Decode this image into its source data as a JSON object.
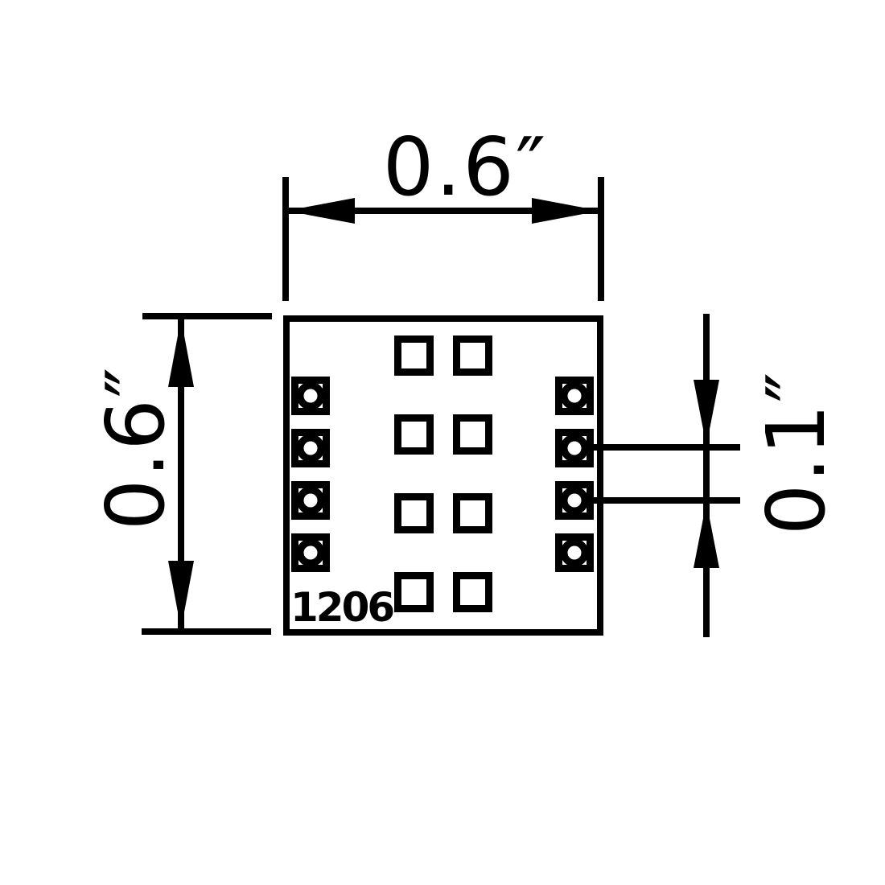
{
  "labels": {
    "board_ref": "1206",
    "width_dimension": "0.6″",
    "height_dimension": "0.6″",
    "pad_pitch_dimension": "0.1″"
  },
  "colors": {
    "ink": "#000000",
    "paper": "#ffffff"
  },
  "board": {
    "through_hole_pads_left": 4,
    "through_hole_pads_right": 4,
    "smd_pad_rows": 4,
    "smd_pad_columns": 2
  }
}
